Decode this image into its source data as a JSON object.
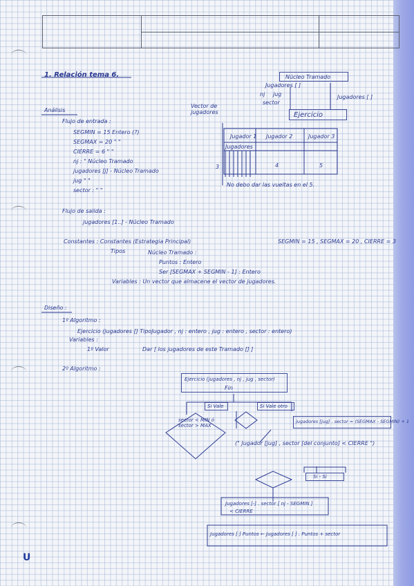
{
  "title": "1. Relación tema 6.",
  "analisis": {
    "heading": "Análisis",
    "entrada_label": "Flujo de entrada :",
    "entrada": [
      "SEGMIN = 15 Entero (?)",
      "SEGMAX = 20 \" \"",
      "CIERRE = 6 \" \"",
      "nj : \" Núcleo Tramado",
      "jugadores [j] - Núcleo Tramado",
      "jug \" \"",
      "sector : \" \""
    ],
    "salida_label": "Flujo de salida :",
    "salida": "jugadores [1..] - Núcleo Tramado",
    "constantes": "Constantes : Constantes (Estrategia Principal)",
    "constantes_vals": "SEGMIN = 15 , SEGMAX = 20 , CIERRE = 3",
    "tipos_label": "Tipos",
    "tipos_vals": [
      "Núcleo Tramado :",
      "Puntos : Entero",
      "Ser [SEGMAX + SEGMIN - 1] : Entero"
    ],
    "variables": "Variables : Un vector que almacene el vector de jugadores."
  },
  "diseno": {
    "heading": "Diseño :",
    "l1_label": "1º Algoritmo :",
    "l1_text": "Ejercicio (jugadores [] TipoJugador , nj : entero , jug : entero , sector : entero)",
    "variables_label": "Variables :",
    "l2_label": "1º Valor",
    "l2_text": "Dar [ los jugadores de este Tramado [] ]",
    "l3_label": "2º Algoritmo :"
  },
  "diagram1": {
    "box_top": "Núcleo Tramado",
    "box_bottom": "Ejercicio",
    "inputs": [
      "Jugadores [ ]",
      "nj",
      "jug",
      "sector"
    ],
    "outputs": [
      "Jugadores [ ]"
    ]
  },
  "diagram2": {
    "label": "Vector de jugadores",
    "header_cells": [
      "Jugador 1",
      "Jugador 2",
      "Jugador 3"
    ],
    "row_label": "Jugadores",
    "footer": "No debo dar las vueltas en el 5.",
    "marks": [
      "3",
      "4",
      "5"
    ]
  },
  "flow": {
    "start": "Ejercicio (jugadores , nj , jug , sector)",
    "fin": "Fin",
    "si": "Si Vale",
    "no": "Si Vale otro",
    "diamond_left": "sector < MIN ó sector > MAX",
    "assign_1": "jugadores [jug] . sector = (SEGMAX - SEGMIN) + 1",
    "output_1": "(\" Jugador [jug] , sector [del conjunto] < CIERRE \")",
    "block_2": "Si - Si",
    "assign_2": "Jugadores [-] . sector [ nj - SEGMIN ]",
    "assign_3": "< CIERRE",
    "final": "Jugadores [ ] Puntos ← Jugadores [ ] . Puntos + sector"
  },
  "colors": {
    "ink": "#2a3890",
    "grid": "#96aacd",
    "edge": "#8f9be3"
  },
  "logo_glyph": "U"
}
